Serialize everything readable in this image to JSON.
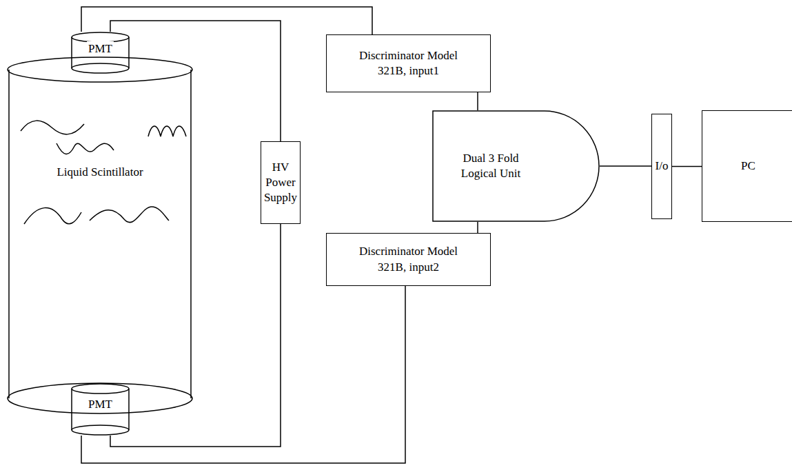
{
  "diagram": {
    "nodes": [
      {
        "text": [
          "PMT"
        ]
      },
      {
        "text": [
          "Liquid Scintillator"
        ]
      },
      {
        "text": [
          "PMT"
        ]
      },
      {
        "text": [
          "HV Power Supply"
        ]
      },
      {
        "text": [
          "Discriminator Model 321B, input1"
        ]
      },
      {
        "text": [
          "Dual 3 Fold Logical Unit"
        ]
      },
      {
        "text": [
          "Discriminator Model 321B, input2"
        ]
      },
      {
        "text": [
          "I/o"
        ]
      },
      {
        "text": [
          "PC"
        ]
      }
    ],
    "edges": [
      {
        "from": 0,
        "to": 4,
        "arrow": "none"
      },
      {
        "from": 0,
        "to": 3,
        "arrow": "none"
      },
      {
        "from": 2,
        "to": 3,
        "arrow": "none"
      },
      {
        "from": 2,
        "to": 6,
        "arrow": "none"
      },
      {
        "from": 4,
        "to": 5,
        "arrow": "none"
      },
      {
        "from": 6,
        "to": 5,
        "arrow": "none"
      },
      {
        "from": 5,
        "to": 7,
        "arrow": "none"
      },
      {
        "from": 7,
        "to": 8,
        "arrow": "none"
      }
    ]
  }
}
